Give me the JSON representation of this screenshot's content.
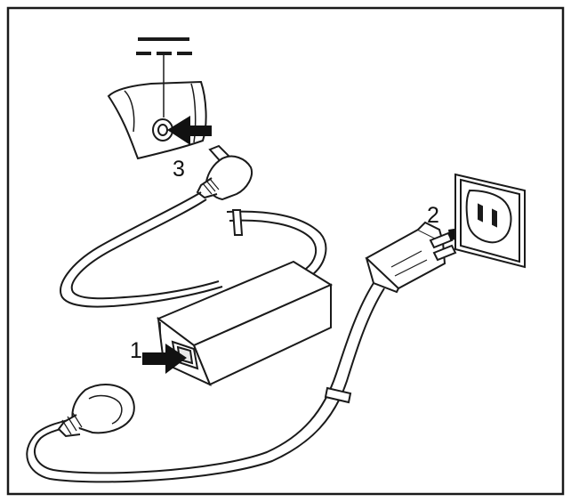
{
  "figure": {
    "steps": [
      {
        "label": "1"
      },
      {
        "label": "2"
      },
      {
        "label": "3"
      }
    ],
    "symbols": {
      "dc_power": "dc-power-symbol"
    },
    "colors": {
      "line": "#1a1a1a",
      "fill": "#ffffff",
      "arrow": "#111111",
      "shade": "#e8e8e8"
    }
  }
}
